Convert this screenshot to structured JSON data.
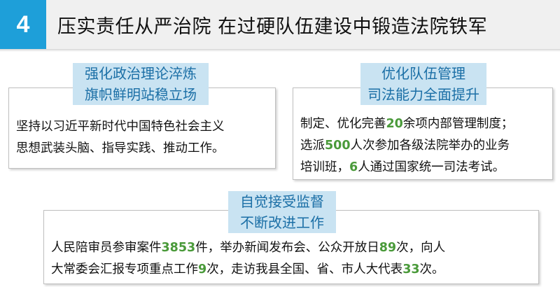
{
  "header": {
    "number": "4",
    "title": "压实责任从严治院 在过硬队伍建设中锻造法院铁军"
  },
  "sections": {
    "left": {
      "label_line1": "强化政治理论淬炼",
      "label_line2": "旗帜鲜明站稳立场",
      "body_line1": "坚持以习近平新时代中国特色社会主义",
      "body_line2": "思想武装头脑、指导实践、推动工作。"
    },
    "right": {
      "label_line1": "优化队伍管理",
      "label_line2": "司法能力全面提升",
      "line1_pre": "制定、优化完善",
      "num_rules": "20",
      "line1_post": "余项内部管理制度；",
      "line2_pre": "选派",
      "num_trainees": "500",
      "line2_post": "人次参加各级法院举办的业务",
      "line3_pre": "培训班，",
      "num_exam": "6",
      "line3_post": "人通过国家统一司法考试。"
    },
    "bottom": {
      "label_line1": "自觉接受监督",
      "label_line2": "不断改进工作",
      "line1_a": "人民陪审员参审案件",
      "num_cases": "3853",
      "line1_b": "件，举办新闻发布会、公众开放日",
      "num_open_days": "89",
      "line1_c": "次，向人",
      "line2_a": "大常委会汇报专项重点工作",
      "num_reports": "9",
      "line2_b": "次，走访我县全国、省、市人大代表",
      "num_visits": "33",
      "line2_c": "次。"
    }
  },
  "colors": {
    "badge": "#1e9fd9",
    "label_bg": "#c9e3f2",
    "label_text": "#1b6fa6",
    "highlight_number": "#4a9a3a"
  }
}
